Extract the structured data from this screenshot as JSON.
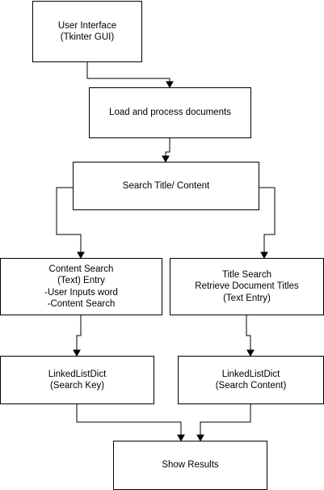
{
  "nodes": {
    "user_interface": {
      "lines": [
        "User Interface",
        "(Tkinter GUI)"
      ]
    },
    "load_documents": {
      "lines": [
        "Load and process documents"
      ]
    },
    "search_choice": {
      "lines": [
        "Search Title/ Content"
      ]
    },
    "content_search": {
      "lines": [
        "Content Search",
        "(Text) Entry",
        "-User Inputs word",
        "-Content Search"
      ]
    },
    "title_search": {
      "lines": [
        "Title Search",
        "Retrieve Document Titles",
        "(Text Entry)"
      ]
    },
    "linked_list_key": {
      "lines": [
        "LinkedListDict",
        "(Search Key)"
      ]
    },
    "linked_list_content": {
      "lines": [
        "LinkedListDict",
        "(Search Content)"
      ]
    },
    "show_results": {
      "lines": [
        "Show Results"
      ]
    }
  },
  "edges": [
    {
      "from": "user_interface",
      "to": "load_documents"
    },
    {
      "from": "load_documents",
      "to": "search_choice"
    },
    {
      "from": "search_choice",
      "to": "content_search"
    },
    {
      "from": "search_choice",
      "to": "title_search"
    },
    {
      "from": "content_search",
      "to": "linked_list_key"
    },
    {
      "from": "title_search",
      "to": "linked_list_content"
    },
    {
      "from": "linked_list_key",
      "to": "show_results"
    },
    {
      "from": "linked_list_content",
      "to": "show_results"
    }
  ],
  "colors": {
    "stroke": "#000000",
    "fill": "#ffffff",
    "text": "#000000"
  }
}
